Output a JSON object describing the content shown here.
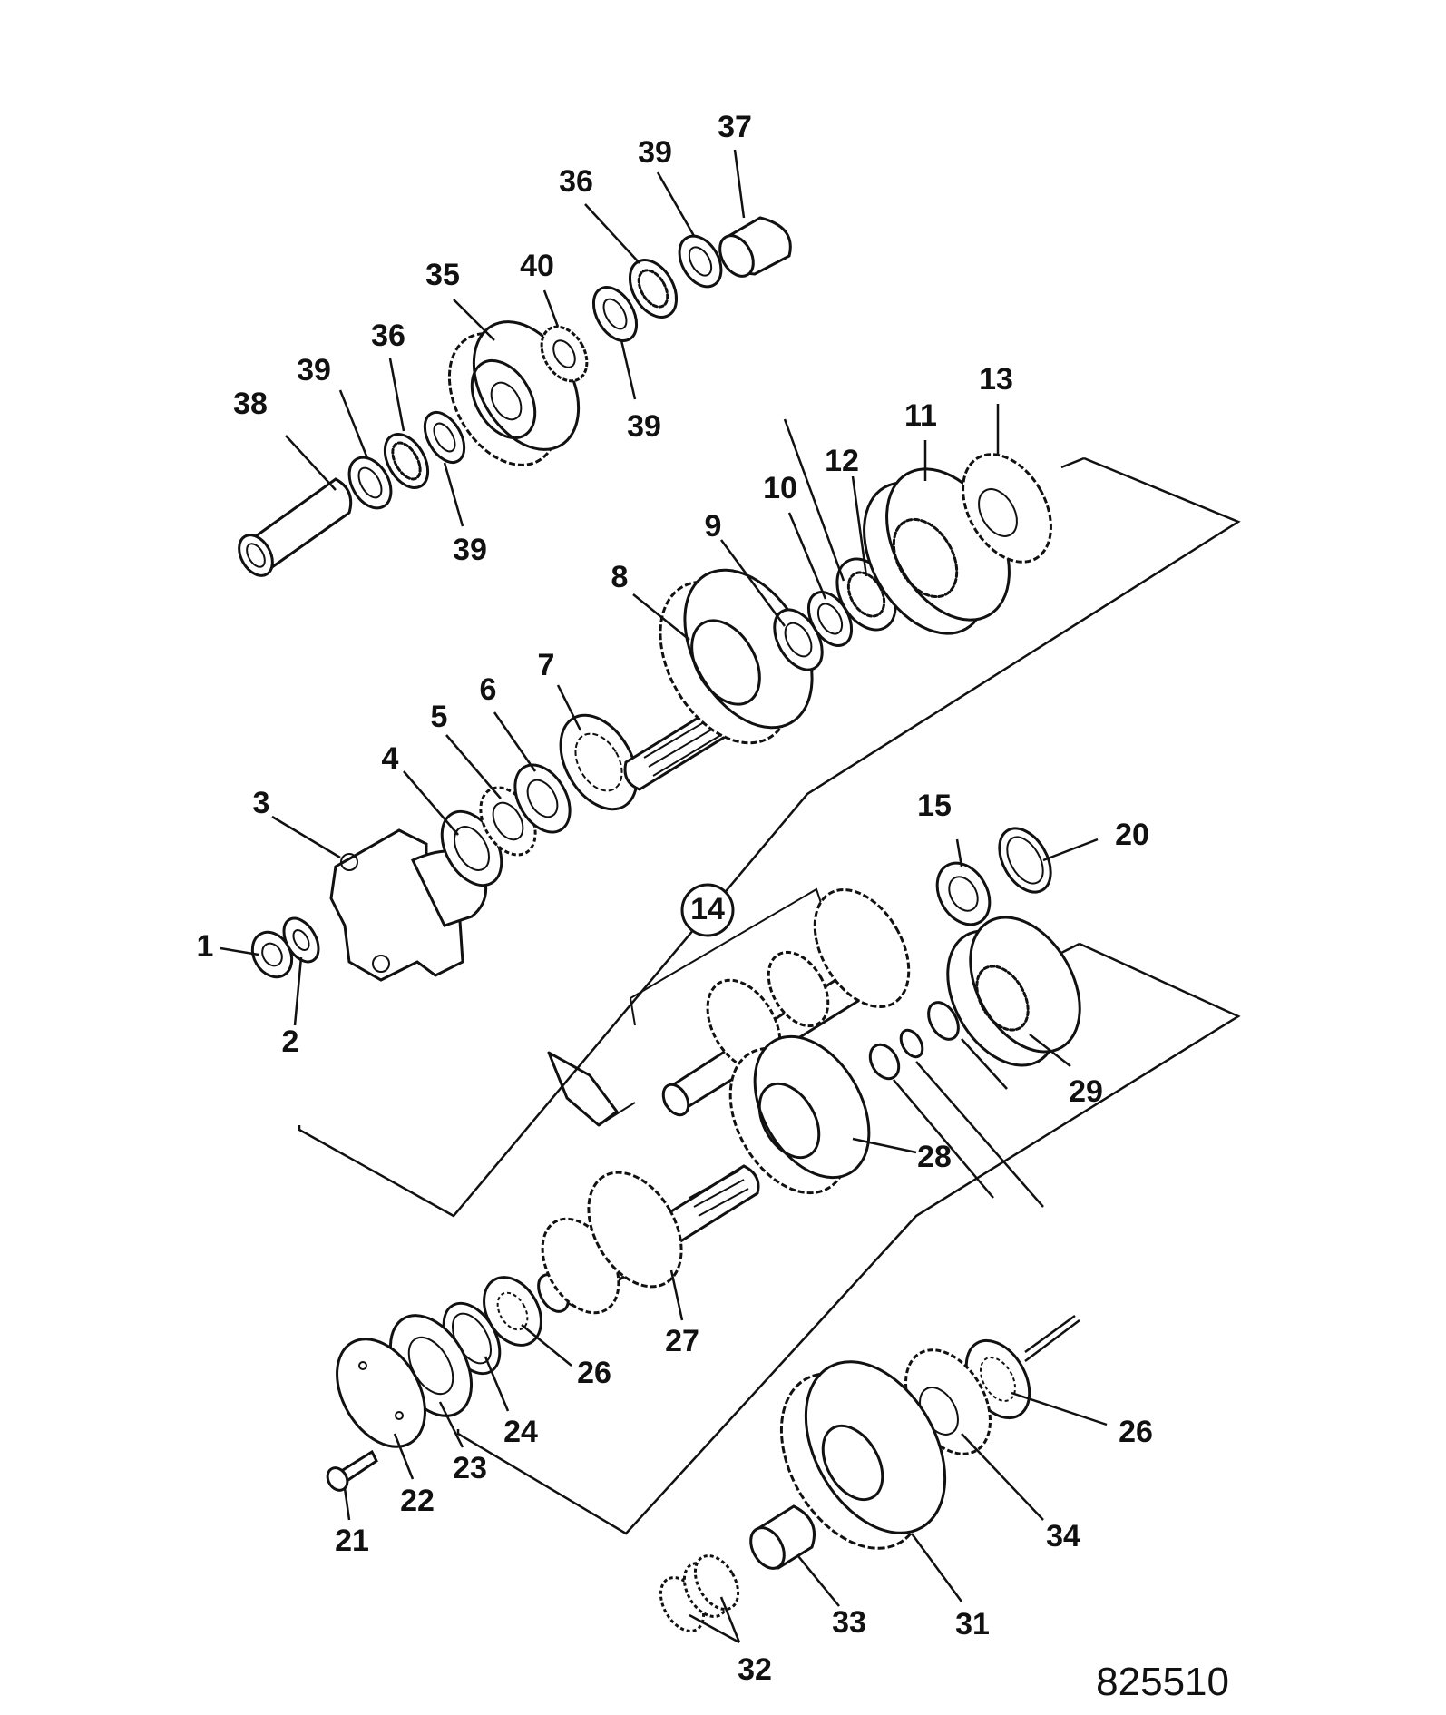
{
  "reference_number": "825510",
  "callouts": [
    {
      "id": "c1",
      "text": "1"
    },
    {
      "id": "c2",
      "text": "2"
    },
    {
      "id": "c3",
      "text": "3"
    },
    {
      "id": "c4",
      "text": "4"
    },
    {
      "id": "c5",
      "text": "5"
    },
    {
      "id": "c6",
      "text": "6"
    },
    {
      "id": "c7",
      "text": "7"
    },
    {
      "id": "c8",
      "text": "8"
    },
    {
      "id": "c9",
      "text": "9"
    },
    {
      "id": "c10",
      "text": "10"
    },
    {
      "id": "c11",
      "text": "11"
    },
    {
      "id": "c12",
      "text": "12"
    },
    {
      "id": "c13",
      "text": "13"
    },
    {
      "id": "c14",
      "text": "14"
    },
    {
      "id": "c15",
      "text": "15"
    },
    {
      "id": "c20",
      "text": "20"
    },
    {
      "id": "c21",
      "text": "21"
    },
    {
      "id": "c22",
      "text": "22"
    },
    {
      "id": "c23",
      "text": "23"
    },
    {
      "id": "c24",
      "text": "24"
    },
    {
      "id": "c26a",
      "text": "26"
    },
    {
      "id": "c26b",
      "text": "26"
    },
    {
      "id": "c27",
      "text": "27"
    },
    {
      "id": "c28",
      "text": "28"
    },
    {
      "id": "c29",
      "text": "29"
    },
    {
      "id": "c31",
      "text": "31"
    },
    {
      "id": "c32",
      "text": "32"
    },
    {
      "id": "c33",
      "text": "33"
    },
    {
      "id": "c34",
      "text": "34"
    },
    {
      "id": "c35",
      "text": "35"
    },
    {
      "id": "c36a",
      "text": "36"
    },
    {
      "id": "c36b",
      "text": "36"
    },
    {
      "id": "c37",
      "text": "37"
    },
    {
      "id": "c38",
      "text": "38"
    },
    {
      "id": "c39a",
      "text": "39"
    },
    {
      "id": "c39b",
      "text": "39"
    },
    {
      "id": "c39c",
      "text": "39"
    },
    {
      "id": "c39d",
      "text": "39"
    },
    {
      "id": "c40",
      "text": "40"
    }
  ]
}
